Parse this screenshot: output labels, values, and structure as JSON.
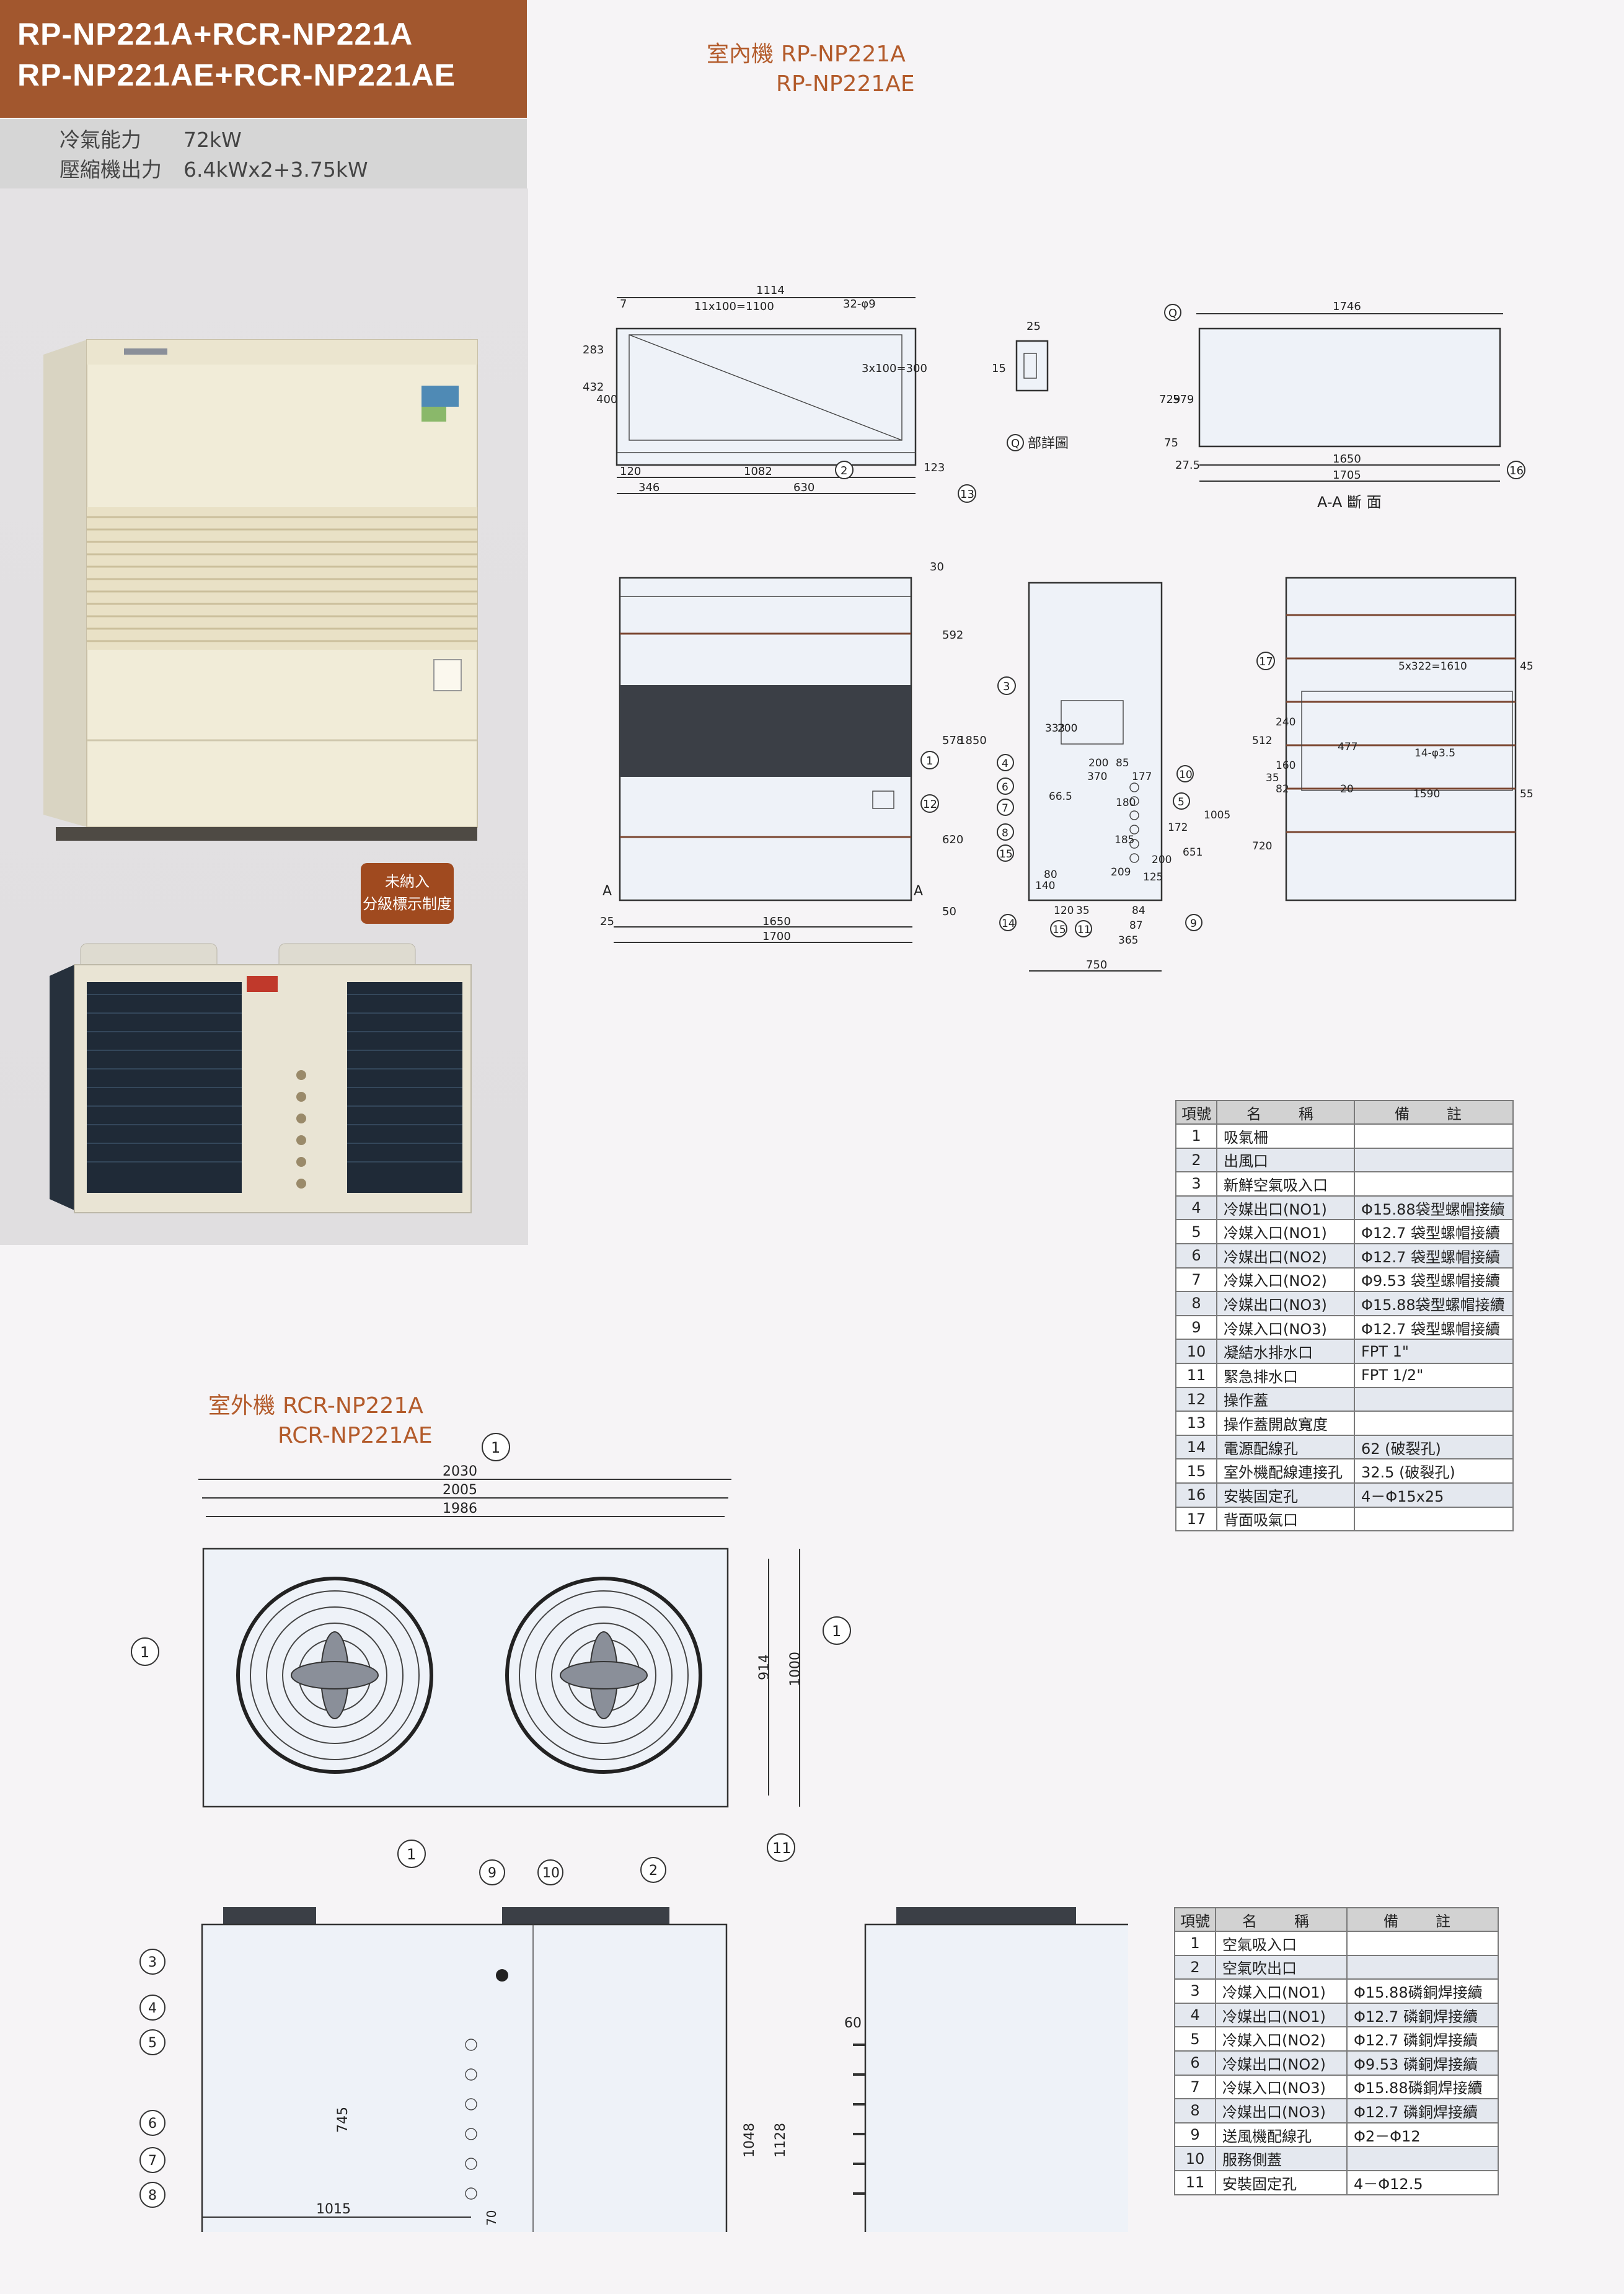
{
  "header": {
    "title_line1": "RP-NP221A+RCR-NP221A",
    "title_line2": "RP-NP221AE+RCR-NP221AE",
    "cooling_label": "冷氣能力",
    "cooling_value": "72kW",
    "compressor_label": "壓縮機出力",
    "compressor_value": "6.4kWx2+3.75kW"
  },
  "badge": {
    "line1": "未納入",
    "line2": "分級標示制度"
  },
  "indoor": {
    "heading": "室內機",
    "model1": "RP-NP221A",
    "model2": "RP-NP221AE",
    "detail_label": "部詳圖",
    "detail_marker": "Q",
    "section_label": "A-A 斷 面",
    "section_marker": "A"
  },
  "outdoor": {
    "heading": "室外機",
    "model1": "RCR-NP221A",
    "model2": "RCR-NP221AE"
  },
  "indoor_table": {
    "headers": [
      "項號",
      "名　稱",
      "備　註"
    ],
    "rows": [
      [
        "1",
        "吸氣柵",
        ""
      ],
      [
        "2",
        "出風口",
        ""
      ],
      [
        "3",
        "新鮮空氣吸入口",
        ""
      ],
      [
        "4",
        "冷媒出口(NO1)",
        "Φ15.88袋型螺帽接續"
      ],
      [
        "5",
        "冷媒入口(NO1)",
        "Φ12.7  袋型螺帽接續"
      ],
      [
        "6",
        "冷媒出口(NO2)",
        "Φ12.7  袋型螺帽接續"
      ],
      [
        "7",
        "冷媒入口(NO2)",
        "Φ9.53  袋型螺帽接續"
      ],
      [
        "8",
        "冷媒出口(NO3)",
        "Φ15.88袋型螺帽接續"
      ],
      [
        "9",
        "冷媒入口(NO3)",
        "Φ12.7  袋型螺帽接續"
      ],
      [
        "10",
        "凝結水排水口",
        "FPT 1\""
      ],
      [
        "11",
        "緊急排水口",
        "FPT 1/2\""
      ],
      [
        "12",
        "操作蓋",
        ""
      ],
      [
        "13",
        "操作蓋開啟寬度",
        ""
      ],
      [
        "14",
        "電源配線孔",
        "62      (破裂孔)"
      ],
      [
        "15",
        "室外機配線連接孔",
        "32.5     (破裂孔)"
      ],
      [
        "16",
        "安裝固定孔",
        "4－Φ15x25"
      ],
      [
        "17",
        "背面吸氣口",
        ""
      ]
    ]
  },
  "outdoor_table": {
    "headers": [
      "項號",
      "名　稱",
      "備　註"
    ],
    "rows": [
      [
        "1",
        "空氣吸入口",
        ""
      ],
      [
        "2",
        "空氣吹出口",
        ""
      ],
      [
        "3",
        "冷媒入口(NO1)",
        "Φ15.88磷銅焊接續"
      ],
      [
        "4",
        "冷媒出口(NO1)",
        "Φ12.7  磷銅焊接續"
      ],
      [
        "5",
        "冷媒入口(NO2)",
        "Φ12.7  磷銅焊接續"
      ],
      [
        "6",
        "冷媒出口(NO2)",
        "Φ9.53  磷銅焊接續"
      ],
      [
        "7",
        "冷媒入口(NO3)",
        "Φ15.88磷銅焊接續"
      ],
      [
        "8",
        "冷媒出口(NO3)",
        "Φ12.7  磷銅焊接續"
      ],
      [
        "9",
        "送風機配線孔",
        "Φ2－Φ12"
      ],
      [
        "10",
        "服務側蓋",
        ""
      ],
      [
        "11",
        "安裝固定孔",
        "4－Φ12.5"
      ]
    ]
  },
  "dims": {
    "top_view": [
      "1114",
      "11x100=1100",
      "32-φ9",
      "7",
      "283",
      "432",
      "400",
      "3x100=300",
      "120",
      "1082",
      "346",
      "630",
      "123"
    ],
    "detail": [
      "25",
      "15"
    ],
    "section": [
      "1746",
      "729",
      "579",
      "75",
      "27.5",
      "1650",
      "1705"
    ],
    "front": [
      "30",
      "592",
      "578",
      "1850",
      "620",
      "50",
      "25",
      "1650",
      "1700"
    ],
    "side": [
      "333",
      "200",
      "200",
      "85",
      "370",
      "177",
      "66.5",
      "1005",
      "180",
      "172",
      "651",
      "185",
      "200",
      "209",
      "125",
      "140",
      "80",
      "120",
      "35",
      "84",
      "87",
      "365",
      "750"
    ],
    "back": [
      "5x322=1610",
      "45",
      "512",
      "240",
      "477",
      "160",
      "14-φ3.5",
      "35",
      "82",
      "20",
      "1590",
      "55",
      "720"
    ],
    "outdoor_top": [
      "2030",
      "2005",
      "1986",
      "914",
      "1000"
    ],
    "outdoor_front": [
      "745",
      "1048",
      "1128",
      "1015",
      "70"
    ],
    "outdoor_side": [
      "60"
    ]
  }
}
